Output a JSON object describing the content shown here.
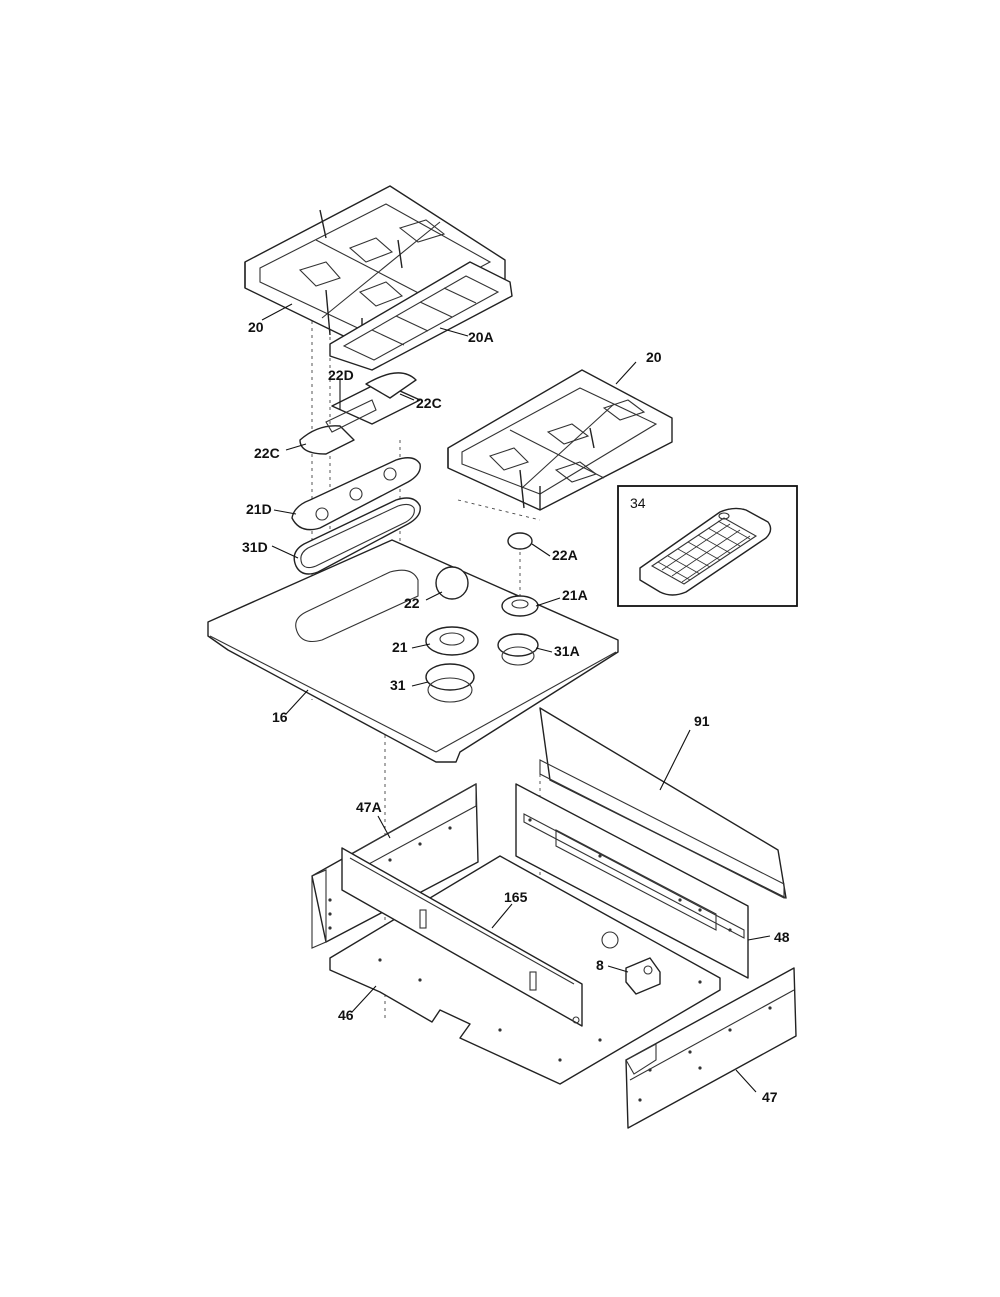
{
  "labels": {
    "grate_left": "20",
    "grate_center": "20A",
    "grate_right": "20",
    "cover_top": "22D",
    "cover_right_top": "22C",
    "cover_left": "22C",
    "burner_plate": "21D",
    "gasket_long": "31D",
    "cap_small_right": "22A",
    "cap_center": "22",
    "burner_right": "21A",
    "burner_center": "21",
    "ring_right": "31A",
    "ring_center": "31",
    "cooktop": "16",
    "griddle_box": "34",
    "back_panel": "91",
    "side_panel_left": "47A",
    "cross_brace": "165",
    "rear_panel": "48",
    "valve": "8",
    "bottom_pan": "46",
    "side_panel_right": "47"
  }
}
